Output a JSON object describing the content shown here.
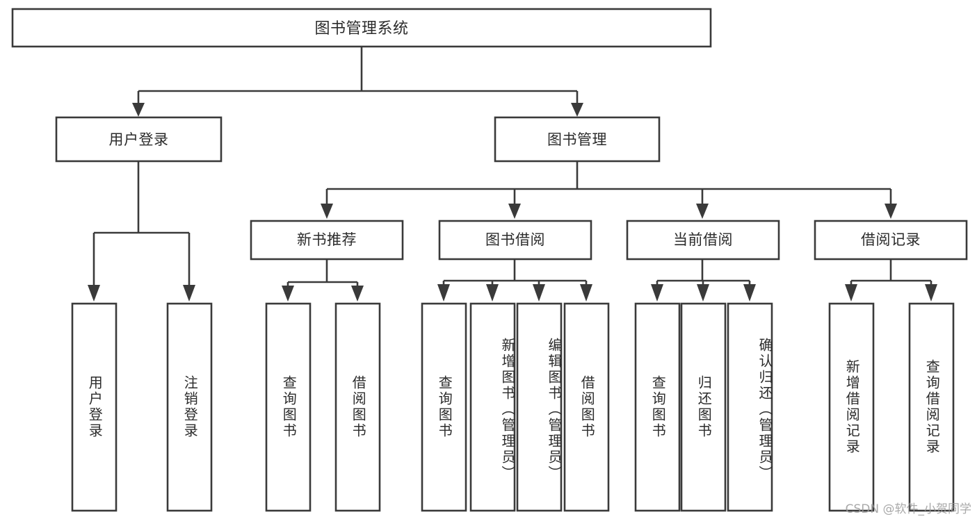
{
  "diagram": {
    "title": "图书管理系统",
    "type": "tree-structure-chart",
    "watermark": "CSDN @软件_小贺同学",
    "accent_color": "#3a3a3a",
    "box_fill": "#ffffff",
    "text_color": "#2b2b2b",
    "levels": {
      "root": {
        "label": "图书管理系统"
      },
      "level2": [
        {
          "label": "用户登录"
        },
        {
          "label": "图书管理"
        }
      ],
      "level3": [
        {
          "label": "新书推荐"
        },
        {
          "label": "图书借阅"
        },
        {
          "label": "当前借阅"
        },
        {
          "label": "借阅记录"
        }
      ],
      "leaves": {
        "user_login": [
          {
            "label": "用户登录"
          },
          {
            "label": "注销登录"
          }
        ],
        "new_book_recommend": [
          {
            "label": "查询图书"
          },
          {
            "label": "借阅图书"
          }
        ],
        "book_borrow": [
          {
            "label": "查询图书"
          },
          {
            "label": "新增图书（管理员）"
          },
          {
            "label": "编辑图书（管理员）"
          },
          {
            "label": "借阅图书"
          }
        ],
        "current_borrow": [
          {
            "label": "查询图书"
          },
          {
            "label": "归还图书"
          },
          {
            "label": "确认归还（管理员）"
          }
        ],
        "borrow_record": [
          {
            "label": "新增借阅记录"
          },
          {
            "label": "查询借阅记录"
          }
        ]
      }
    }
  }
}
